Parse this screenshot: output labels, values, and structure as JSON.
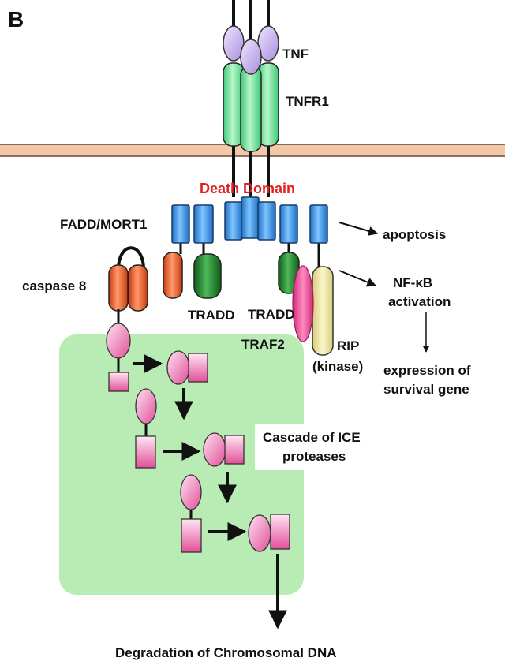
{
  "panel_label": "B",
  "labels": {
    "tnf": "TNF",
    "tnfr1": "TNFR1",
    "death_domain": "Death Domain",
    "fadd_mort1": "FADD/MORT1",
    "caspase8": "caspase 8",
    "tradd_left": "TRADD",
    "tradd_right": "TRADD",
    "traf2": "TRAF2",
    "rip": "RIP",
    "kinase": "(kinase)",
    "apoptosis": "apoptosis",
    "nfkb": "NF-κB",
    "activation": "activation",
    "expression_of": "expression of",
    "survival_gene": "survival gene",
    "cascade_1": "Cascade of ICE",
    "cascade_2": "proteases",
    "degradation": "Degradation of Chromosomal DNA"
  },
  "colors": {
    "membrane": "#f3c8a8",
    "tnf": "#c9b4ec",
    "tnfr1": "#6fe89a",
    "death_domain_box": "#2e8ee6",
    "death_domain_text": "#e02020",
    "caspase8": "#e8501c",
    "tradd": "#1f8a2a",
    "traf2": "#f0509a",
    "rip": "#f0e6a0",
    "cascade_bg": "#b8ecb4",
    "protease": "#e8589e"
  }
}
